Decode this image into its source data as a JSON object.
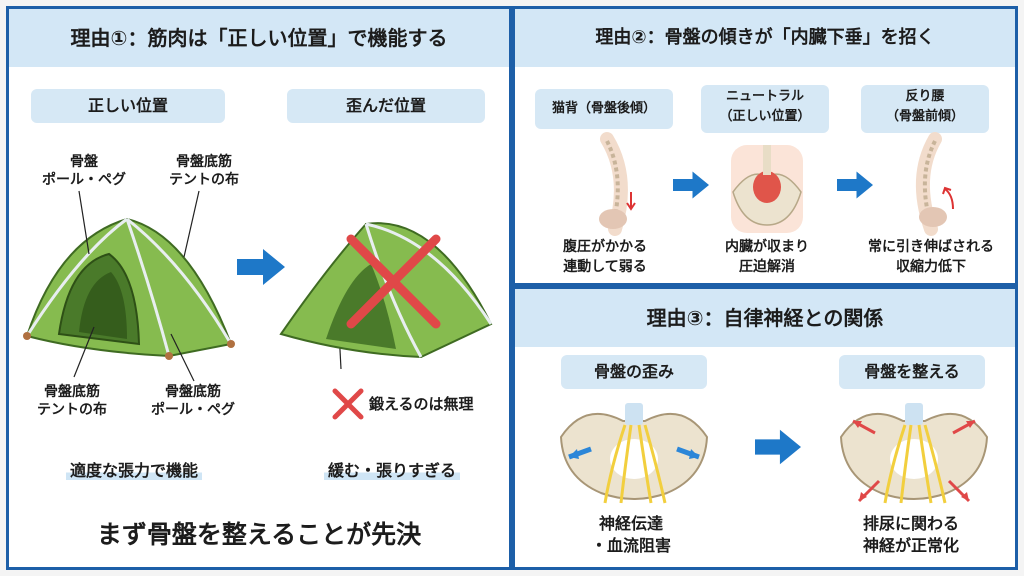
{
  "colors": {
    "accent": "#1d5fa8",
    "header_bg": "#d3e7f6",
    "arrow": "#1e78c8",
    "cross": "#e04848",
    "tent": "#7fb648"
  },
  "panel1": {
    "title": "理由①：筋肉は「正しい位置」で機能する",
    "left_pill": "正しい位置",
    "right_pill": "歪んだ位置",
    "label_top_left": "骨盤\nポール・ペグ",
    "label_top_right": "骨盤底筋\nテントの布",
    "label_bottom_left": "骨盤底筋\nテントの布",
    "label_bottom_right": "骨盤底筋\nポール・ペグ",
    "cross_note": "鍛えるのは無理",
    "left_caption": "適度な張力で機能",
    "right_caption": "緩む・張りすぎる",
    "footer": "まず骨盤を整えることが先決"
  },
  "panel2": {
    "title": "理由②：骨盤の傾きが「内臓下垂」を招く",
    "pills": [
      "猫背（骨盤後傾）",
      "ニュートラル\n（正しい位置）",
      "反り腰\n（骨盤前傾）"
    ],
    "captions": [
      "腹圧がかかる\n連動して弱る",
      "内臓が収まり\n圧迫解消",
      "常に引き伸ばされる\n収縮力低下"
    ]
  },
  "panel3": {
    "title": "理由③：自律神経との関係",
    "left_pill": "骨盤の歪み",
    "right_pill": "骨盤を整える",
    "left_caption": "神経伝達\n・血流阻害",
    "right_caption": "排尿に関わる\n神経が正常化"
  }
}
